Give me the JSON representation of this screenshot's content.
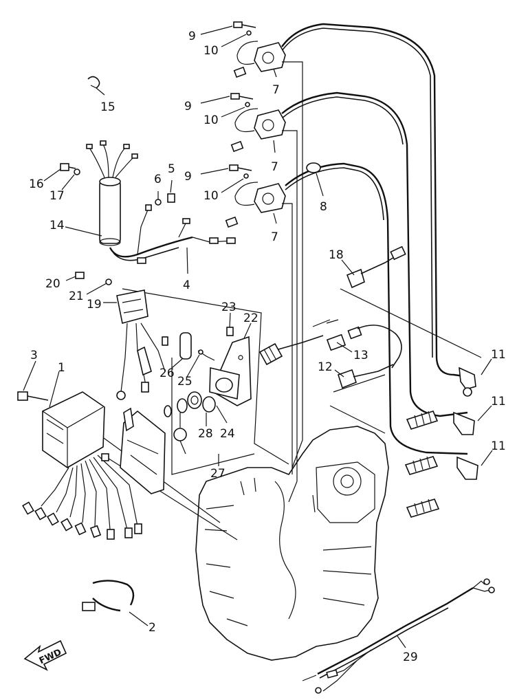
{
  "diagram": {
    "callouts": [
      {
        "id": "c9a",
        "text": "9"
      },
      {
        "id": "c10a",
        "text": "10"
      },
      {
        "id": "c7a",
        "text": "7"
      },
      {
        "id": "c9b",
        "text": "9"
      },
      {
        "id": "c10b",
        "text": "10"
      },
      {
        "id": "c7b",
        "text": "7"
      },
      {
        "id": "c9c",
        "text": "9"
      },
      {
        "id": "c10c",
        "text": "10"
      },
      {
        "id": "c8",
        "text": "8"
      },
      {
        "id": "c7c",
        "text": "7"
      },
      {
        "id": "c15",
        "text": "15"
      },
      {
        "id": "c16",
        "text": "16"
      },
      {
        "id": "c17",
        "text": "17"
      },
      {
        "id": "c6",
        "text": "6"
      },
      {
        "id": "c5",
        "text": "5"
      },
      {
        "id": "c14",
        "text": "14"
      },
      {
        "id": "c4",
        "text": "4"
      },
      {
        "id": "c18",
        "text": "18"
      },
      {
        "id": "c20",
        "text": "20"
      },
      {
        "id": "c21",
        "text": "21"
      },
      {
        "id": "c19",
        "text": "19"
      },
      {
        "id": "c23",
        "text": "23"
      },
      {
        "id": "c22",
        "text": "22"
      },
      {
        "id": "c13",
        "text": "13"
      },
      {
        "id": "c12",
        "text": "12"
      },
      {
        "id": "c11a",
        "text": "11"
      },
      {
        "id": "c11b",
        "text": "11"
      },
      {
        "id": "c11c",
        "text": "11"
      },
      {
        "id": "c3",
        "text": "3"
      },
      {
        "id": "c1",
        "text": "1"
      },
      {
        "id": "c26",
        "text": "26"
      },
      {
        "id": "c25",
        "text": "25"
      },
      {
        "id": "c28",
        "text": "28"
      },
      {
        "id": "c24",
        "text": "24"
      },
      {
        "id": "c27",
        "text": "27"
      },
      {
        "id": "c2",
        "text": "2"
      },
      {
        "id": "c29",
        "text": "29"
      }
    ],
    "fwd_label": "FWD"
  }
}
